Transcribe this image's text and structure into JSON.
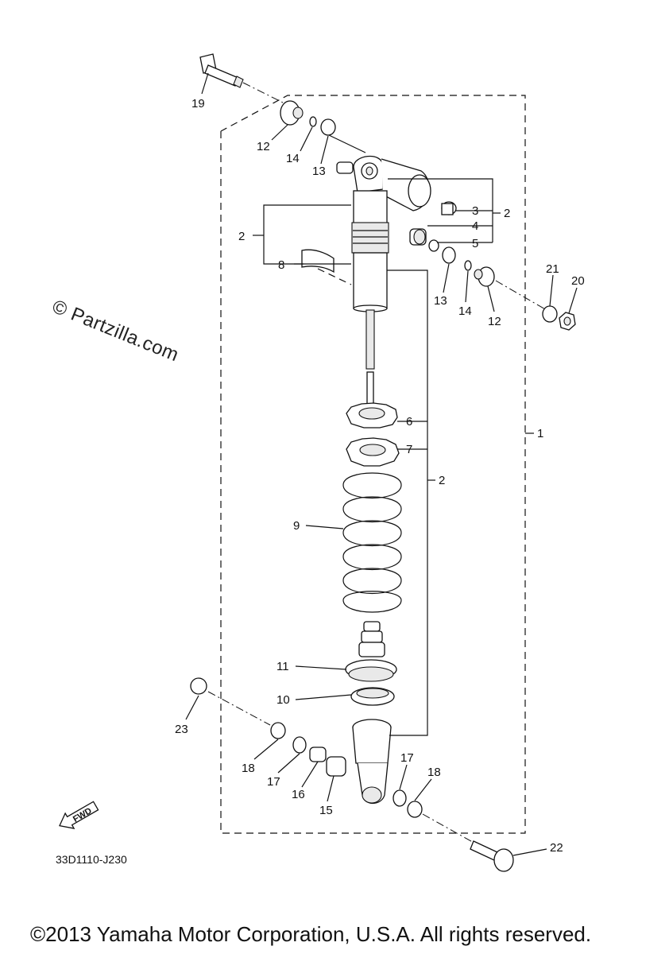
{
  "watermark": "© Partzilla.com",
  "diagram_code": "33D1110-J230",
  "fwd_label": "FWD",
  "copyright": "©2013 Yamaha Motor Corporation, U.S.A. All rights reserved.",
  "callouts": {
    "p1": "1",
    "p2a": "2",
    "p2b": "2",
    "p2c": "2",
    "p3": "3",
    "p4": "4",
    "p5": "5",
    "p6": "6",
    "p7": "7",
    "p8": "8",
    "p9": "9",
    "p10": "10",
    "p11": "11",
    "p12a": "12",
    "p12b": "12",
    "p13a": "13",
    "p13b": "13",
    "p14a": "14",
    "p14b": "14",
    "p15": "15",
    "p16": "16",
    "p17a": "17",
    "p17b": "17",
    "p18a": "18",
    "p18b": "18",
    "p19": "19",
    "p20": "20",
    "p21": "21",
    "p22": "22",
    "p23": "23"
  }
}
